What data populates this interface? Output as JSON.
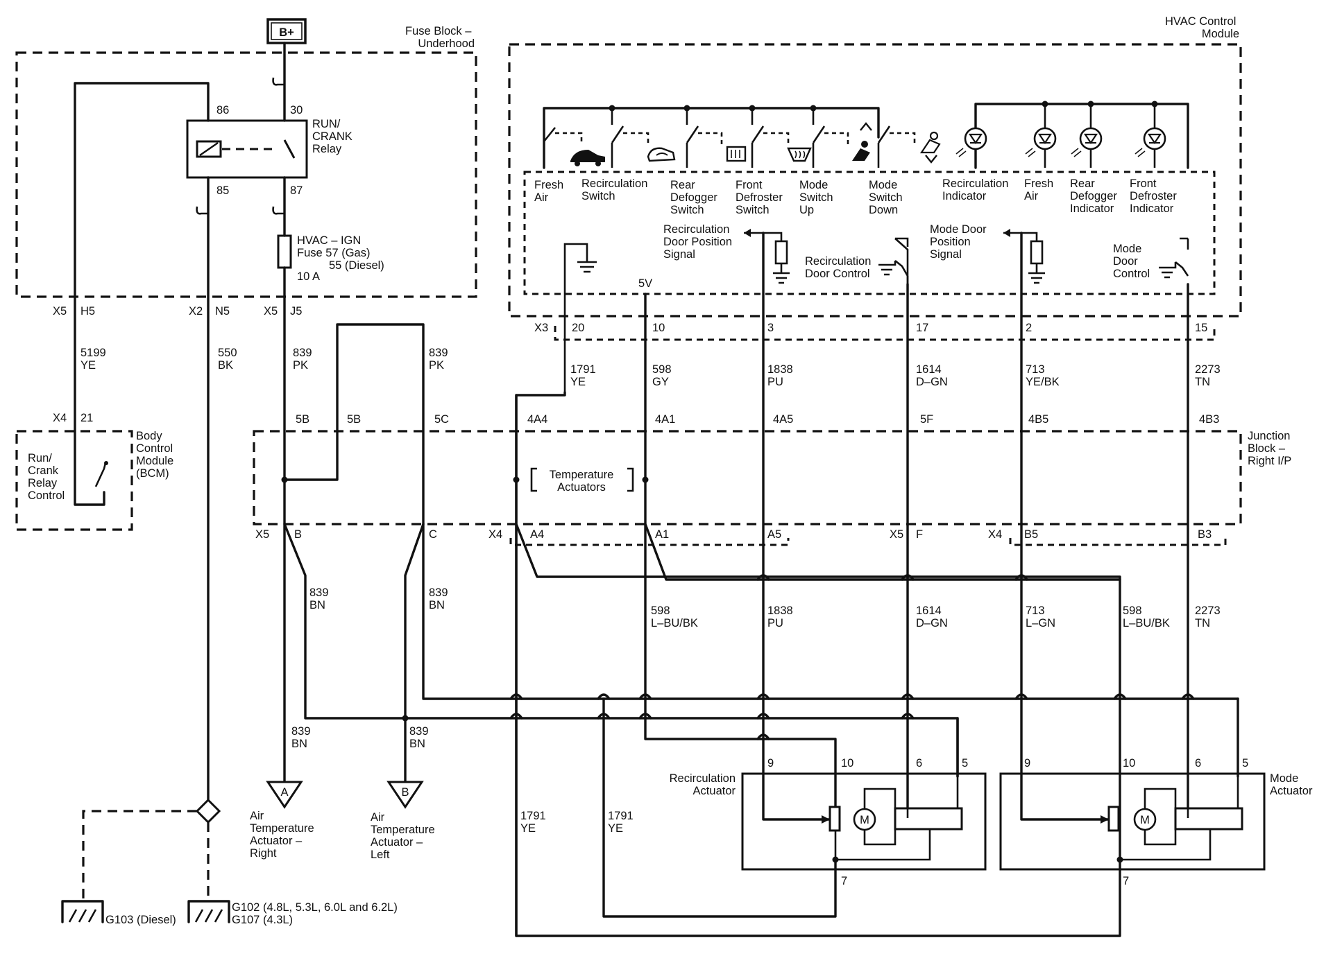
{
  "power": {
    "b_plus": "B+"
  },
  "fuse_block": {
    "title": [
      "Fuse Block –",
      "Underhood"
    ],
    "relay": {
      "name": [
        "RUN/",
        "CRANK",
        "Relay"
      ],
      "pin86": "86",
      "pin30": "30",
      "pin85": "85",
      "pin87": "87"
    },
    "fuse": [
      "HVAC – IGN",
      "Fuse 57 (Gas)",
      "55 (Diesel)",
      "10 A"
    ]
  },
  "hvac_module": {
    "title": [
      "HVAC Control",
      "Module"
    ],
    "switches": [
      [
        "Fresh",
        "Air"
      ],
      [
        "Recirculation",
        "Switch"
      ],
      [
        "Rear",
        "Defogger",
        "Switch"
      ],
      [
        "Front",
        "Defroster",
        "Switch"
      ],
      [
        "Mode",
        "Switch",
        "Up"
      ],
      [
        "Mode",
        "Switch",
        "Down"
      ]
    ],
    "indicators": [
      [
        "Recirculation",
        "Indicator"
      ],
      [
        "Fresh",
        "Air"
      ],
      [
        "Rear",
        "Defogger",
        "Indicator"
      ],
      [
        "Front",
        "Defroster",
        "Indicator"
      ]
    ],
    "signals": {
      "recirc_pos": [
        "Recirculation",
        "Door Position",
        "Signal"
      ],
      "recirc_ctrl": [
        "Recirculation",
        "Door Control"
      ],
      "mode_pos": [
        "Mode Door",
        "Position",
        "Signal"
      ],
      "mode_ctrl": [
        "Mode",
        "Door",
        "Control"
      ],
      "five_volt": "5V"
    },
    "connector": {
      "name": "X3",
      "pins": [
        "20",
        "10",
        "3",
        "17",
        "2",
        "15"
      ]
    }
  },
  "connectors_fuse": [
    {
      "conn": "X5",
      "pin": "H5"
    },
    {
      "conn": "X2",
      "pin": "N5"
    },
    {
      "conn": "X5",
      "pin": "J5"
    }
  ],
  "wires_top": [
    {
      "circuit": "5199",
      "color": "YE"
    },
    {
      "circuit": "550",
      "color": "BK"
    },
    {
      "circuit": "839",
      "color": "PK"
    },
    {
      "circuit": "839",
      "color": "PK"
    },
    {
      "circuit": "1791",
      "color": "YE"
    },
    {
      "circuit": "598",
      "color": "GY"
    },
    {
      "circuit": "1838",
      "color": "PU"
    },
    {
      "circuit": "1614",
      "color": "D–GN"
    },
    {
      "circuit": "713",
      "color": "YE/BK"
    },
    {
      "circuit": "2273",
      "color": "TN"
    }
  ],
  "bcm": {
    "connector": {
      "conn": "X4",
      "pin": "21"
    },
    "name": [
      "Body",
      "Control",
      "Module",
      "(BCM)"
    ],
    "control": [
      "Run/",
      "Crank",
      "Relay",
      "Control"
    ]
  },
  "junction_block": {
    "title": [
      "Junction",
      "Block –",
      "Right I/P"
    ],
    "top_pins": [
      "5B",
      "5B",
      "5C",
      "4A4",
      "4A1",
      "4A5",
      "5F",
      "4B5",
      "4B3"
    ],
    "temp_actuators": [
      "Temperature",
      "Actuators"
    ],
    "bottom": [
      {
        "conn": "X5",
        "pin": "B"
      },
      {
        "conn": "",
        "pin": "C"
      },
      {
        "conn": "X4",
        "pin": "A4"
      },
      {
        "conn": "",
        "pin": "A1"
      },
      {
        "conn": "",
        "pin": "A5"
      },
      {
        "conn": "X5",
        "pin": "F"
      },
      {
        "conn": "X4",
        "pin": "B5"
      },
      {
        "conn": "",
        "pin": "B3"
      }
    ]
  },
  "wires_mid": [
    {
      "circuit": "839",
      "color": "BN"
    },
    {
      "circuit": "839",
      "color": "BN"
    },
    {
      "circuit": "598",
      "color": "L–BU/BK"
    },
    {
      "circuit": "1838",
      "color": "PU"
    },
    {
      "circuit": "1614",
      "color": "D–GN"
    },
    {
      "circuit": "713",
      "color": "L–GN"
    },
    {
      "circuit": "598",
      "color": "L–BU/BK"
    },
    {
      "circuit": "2273",
      "color": "TN"
    }
  ],
  "wires_low": [
    {
      "circuit": "839",
      "color": "BN"
    },
    {
      "circuit": "839",
      "color": "BN"
    },
    {
      "circuit": "1791",
      "color": "YE"
    },
    {
      "circuit": "1791",
      "color": "YE"
    }
  ],
  "offpage": [
    {
      "ref": "A",
      "label": [
        "Air",
        "Temperature",
        "Actuator –",
        "Right"
      ]
    },
    {
      "ref": "B",
      "label": [
        "Air",
        "Temperature",
        "Actuator –",
        "Left"
      ]
    }
  ],
  "recirc_actuator": {
    "name": [
      "Recirculation",
      "Actuator"
    ],
    "pins": [
      "9",
      "10",
      "6",
      "5",
      "7"
    ],
    "motor": "M"
  },
  "mode_actuator": {
    "name": [
      "Mode",
      "Actuator"
    ],
    "pins": [
      "9",
      "10",
      "6",
      "5",
      "7"
    ],
    "motor": "M"
  },
  "grounds": [
    {
      "label": [
        "G103 (Diesel)"
      ]
    },
    {
      "label": [
        "G102 (4.8L, 5.3L, 6.0L and 6.2L)",
        "G107 (4.3L)"
      ]
    }
  ]
}
